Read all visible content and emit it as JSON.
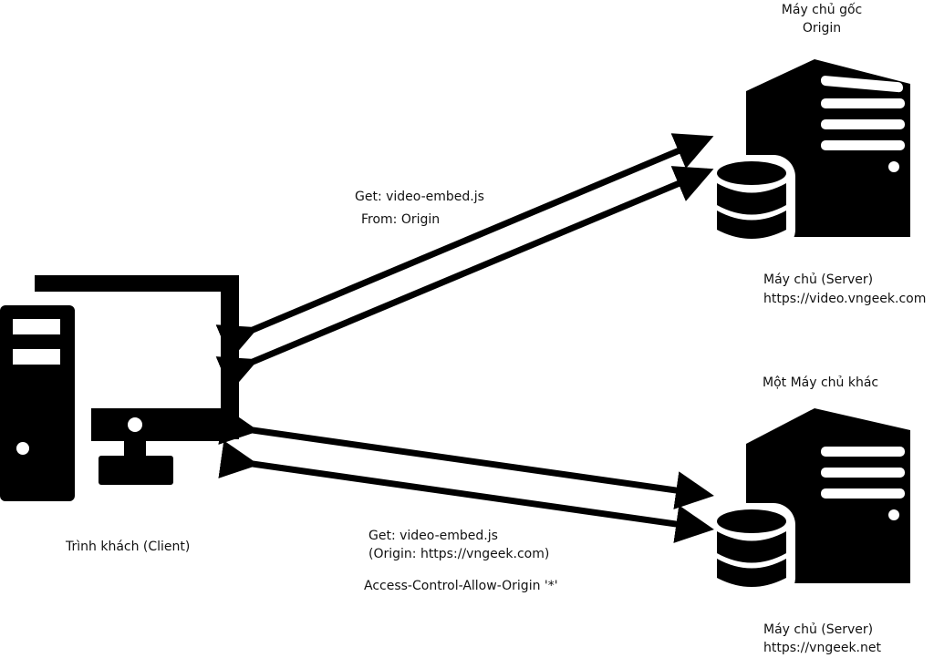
{
  "origin_server": {
    "title": "Máy chủ gốc",
    "subtitle": "Origin",
    "name": "Máy chủ (Server)",
    "url": "https://video.vngeek.com"
  },
  "other_server": {
    "title": "Một Máy chủ khác",
    "name": "Máy chủ (Server)",
    "url": "https://vngeek.net"
  },
  "client": {
    "label": "Trình khách (Client)"
  },
  "request_top": {
    "line1": "Get: video-embed.js",
    "line2": "From: Origin"
  },
  "request_bottom": {
    "line1": "Get: video-embed.js",
    "line2": "(Origin: https://vngeek.com)",
    "header": "Access-Control-Allow-Origin '*'"
  },
  "colors": {
    "ink": "#000000",
    "background": "#ffffff"
  }
}
